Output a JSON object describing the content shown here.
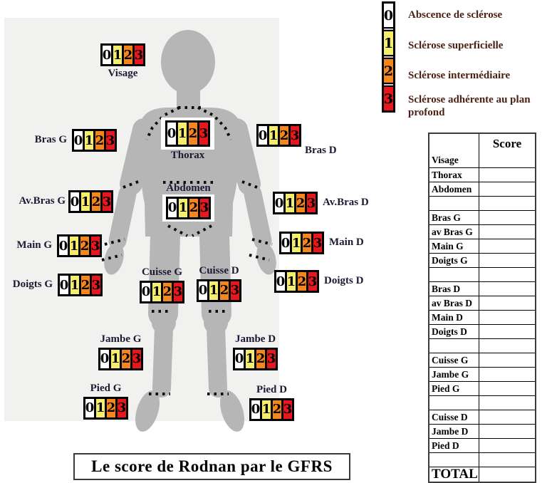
{
  "title": "Le score de Rodnan par le GFRS",
  "selector": {
    "options": [
      {
        "value": "0",
        "color": "#ffffff"
      },
      {
        "value": "1",
        "color": "#f5ee6c"
      },
      {
        "value": "2",
        "color": "#f5861e"
      },
      {
        "value": "3",
        "color": "#e8161d"
      }
    ]
  },
  "legend": {
    "items": [
      {
        "value": "0",
        "color": "#ffffff",
        "label": "Abscence de sclérose"
      },
      {
        "value": "1",
        "color": "#f5ee6c",
        "label": "Sclérose superficielle"
      },
      {
        "value": "2",
        "color": "#f5861e",
        "label": "Sclérose intermédiaire"
      },
      {
        "value": "3",
        "color": "#e8161d",
        "label": "Sclérose adhérente au plan profond"
      }
    ]
  },
  "parts": {
    "visage": {
      "label": "Visage"
    },
    "bras_g": {
      "label": "Bras G"
    },
    "av_bras_g": {
      "label": "Av.Bras G"
    },
    "main_g": {
      "label": "Main G"
    },
    "doigts_g": {
      "label": "Doigts G"
    },
    "thorax": {
      "label": "Thorax"
    },
    "abdomen": {
      "label": "Abdomen"
    },
    "bras_d": {
      "label": "Bras D"
    },
    "av_bras_d": {
      "label": "Av.Bras D"
    },
    "main_d": {
      "label": "Main D"
    },
    "doigts_d": {
      "label": "Doigts D"
    },
    "cuisse_g": {
      "label": "Cuisse G"
    },
    "cuisse_d": {
      "label": "Cuisse D"
    },
    "jambe_g": {
      "label": "Jambe G"
    },
    "jambe_d": {
      "label": "Jambe D"
    },
    "pied_g": {
      "label": "Pied G"
    },
    "pied_d": {
      "label": "Pied D"
    }
  },
  "table": {
    "score_header": "Score",
    "rows": [
      "Visage",
      "Thorax",
      "Abdomen",
      "",
      "Bras G",
      "av Bras G",
      "Main G",
      "Doigts G",
      "",
      "Bras D",
      "av Bras D",
      "Main D",
      "Doigts D",
      "",
      "Cuisse G",
      "Jambe G",
      "Pied G",
      "",
      "Cuisse D",
      "Jambe D",
      "Pied D",
      "",
      "TOTAL"
    ]
  },
  "colors": {
    "body": "#b6b6b6",
    "panel": "#f1f1ef",
    "legend_text": "#4b2114",
    "part_label_text": "#1a1a33",
    "cell_yellow": "#f5ee6c",
    "cell_orange": "#f5861e",
    "cell_red": "#e8161d"
  }
}
